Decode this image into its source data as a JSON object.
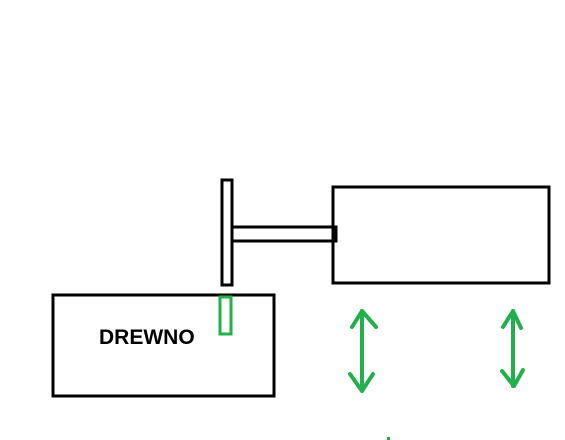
{
  "diagram": {
    "wood_block": {
      "label": "DREWNO"
    },
    "saw_blade": {},
    "shaft": {},
    "motor_block": {},
    "contact_mark": {},
    "motion_arrows": [
      {
        "name": "up-down-arrow-left",
        "direction": "vertical-bidirectional"
      },
      {
        "name": "up-down-arrow-right",
        "direction": "vertical-bidirectional"
      }
    ]
  },
  "colors": {
    "outline": "#000000",
    "accent": "#22b04c",
    "background": "#ffffff"
  }
}
